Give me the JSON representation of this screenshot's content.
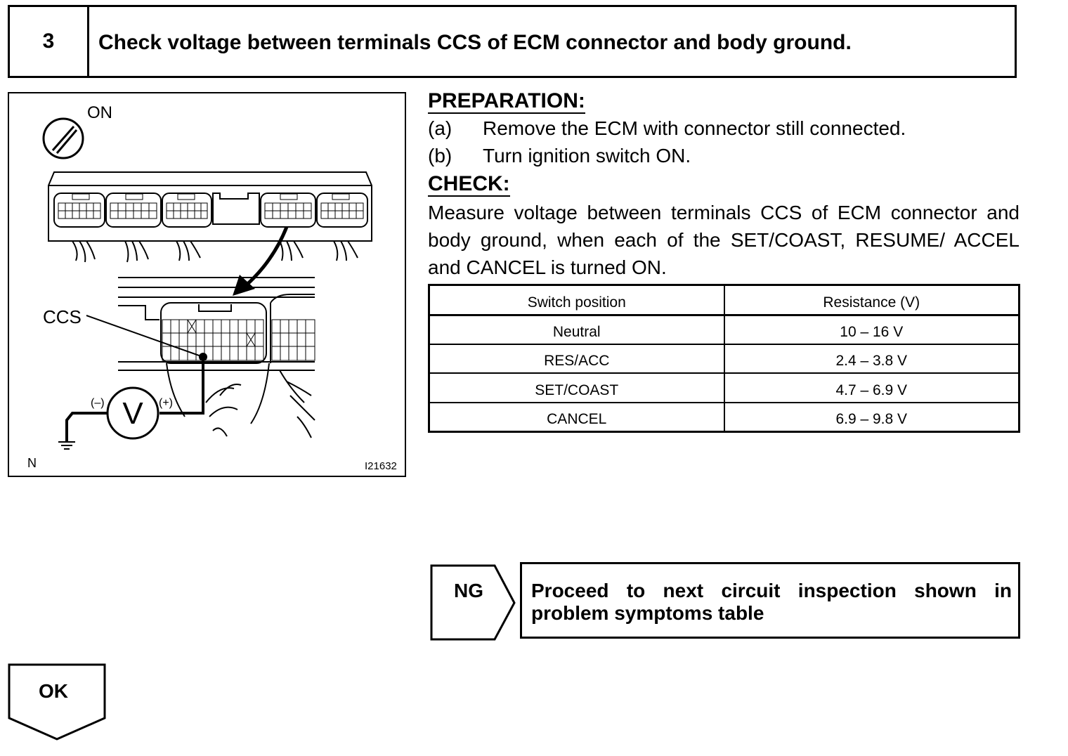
{
  "header": {
    "step_number": "3",
    "title": "Check voltage between terminals CCS of ECM connector and body ground."
  },
  "figure": {
    "label_on": "ON",
    "label_ccs": "CCS",
    "label_minus": "(–)",
    "label_plus": "(+)",
    "meter_symbol": "V",
    "label_n": "N",
    "figure_id": "I21632"
  },
  "preparation": {
    "heading": "PREPARATION:",
    "steps": [
      {
        "tag": "(a)",
        "text": "Remove the ECM with connector still connected."
      },
      {
        "tag": "(b)",
        "text": "Turn ignition switch ON."
      }
    ]
  },
  "check": {
    "heading": "CHECK:",
    "text": "Measure voltage between terminals CCS of ECM connector and body ground, when each of the SET/COAST, RESUME/ ACCEL and CANCEL  is turned ON."
  },
  "table": {
    "headers": [
      "Switch position",
      "Resistance (V)"
    ],
    "rows": [
      [
        "Neutral",
        "10 – 16 V"
      ],
      [
        "RES/ACC",
        "2.4 – 3.8 V"
      ],
      [
        "SET/COAST",
        "4.7 – 6.9 V"
      ],
      [
        "CANCEL",
        "6.9 – 9.8 V"
      ]
    ]
  },
  "result_ng": {
    "label": "NG",
    "action": "Proceed to next circuit inspection shown in problem symptoms table"
  },
  "result_ok": {
    "label": "OK"
  }
}
